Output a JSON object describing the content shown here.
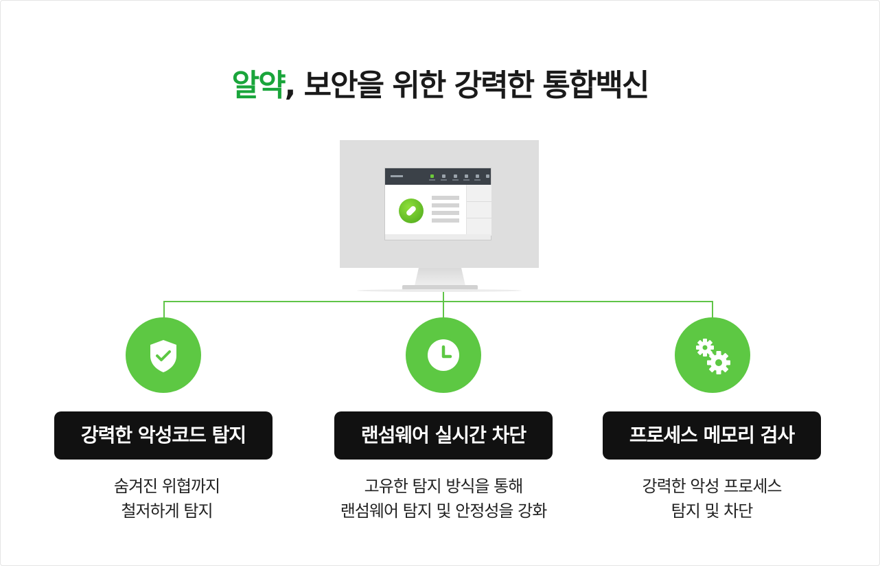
{
  "headline": {
    "accent": "알약",
    "rest": ", 보안을 위한 강력한 통합백신"
  },
  "colors": {
    "accent_green": "#1aa53b",
    "circle_green": "#5dc843",
    "label_bg": "#111111"
  },
  "features": [
    {
      "icon": "shield-check-icon",
      "title": "강력한 악성코드 탐지",
      "desc_line1": "숨겨진 위협까지",
      "desc_line2": "철저하게 탐지"
    },
    {
      "icon": "clock-icon",
      "title": "랜섬웨어 실시간 차단",
      "desc_line1": "고유한 탐지 방식을 통해",
      "desc_line2": "랜섬웨어 탐지 및 안정성을 강화"
    },
    {
      "icon": "gears-icon",
      "title": "프로세스 메모리 검사",
      "desc_line1": "강력한 악성 프로세스",
      "desc_line2": "탐지 및 차단"
    }
  ]
}
